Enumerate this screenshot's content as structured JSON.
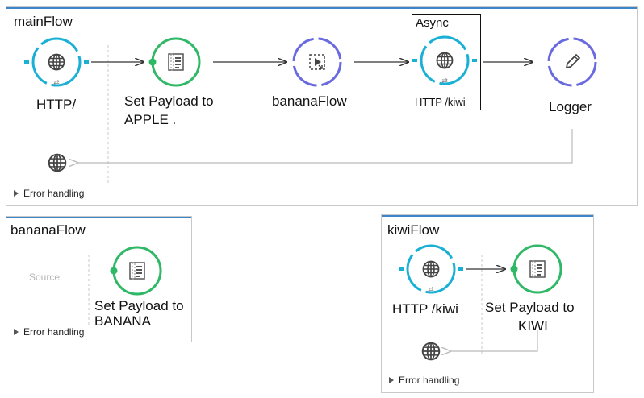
{
  "flows": {
    "main": {
      "title": "mainFlow",
      "error_label": "Error handling"
    },
    "banana": {
      "title": "bananaFlow",
      "error_label": "Error handling",
      "source_placeholder": "Source"
    },
    "kiwi": {
      "title": "kiwiFlow",
      "error_label": "Error handling"
    }
  },
  "nodes": {
    "main_http": "HTTP/",
    "main_set_payload_1": "Set Payload to",
    "main_set_payload_2": "APPLE .",
    "main_flow_ref": "bananaFlow",
    "async_label": "Async",
    "async_http": "HTTP /kiwi",
    "main_logger": "Logger",
    "banana_set_payload_1": "Set Payload to",
    "banana_set_payload_2": "BANANA",
    "kiwi_http": "HTTP /kiwi",
    "kiwi_set_payload_1": "Set Payload to",
    "kiwi_set_payload_2": "KIWI"
  },
  "colors": {
    "http": "#1ab0d6",
    "set_payload": "#2fb866",
    "flow_ref": "#6a6ae0",
    "logger": "#6a6ae0",
    "flow_topbar": "#3a86c8"
  }
}
